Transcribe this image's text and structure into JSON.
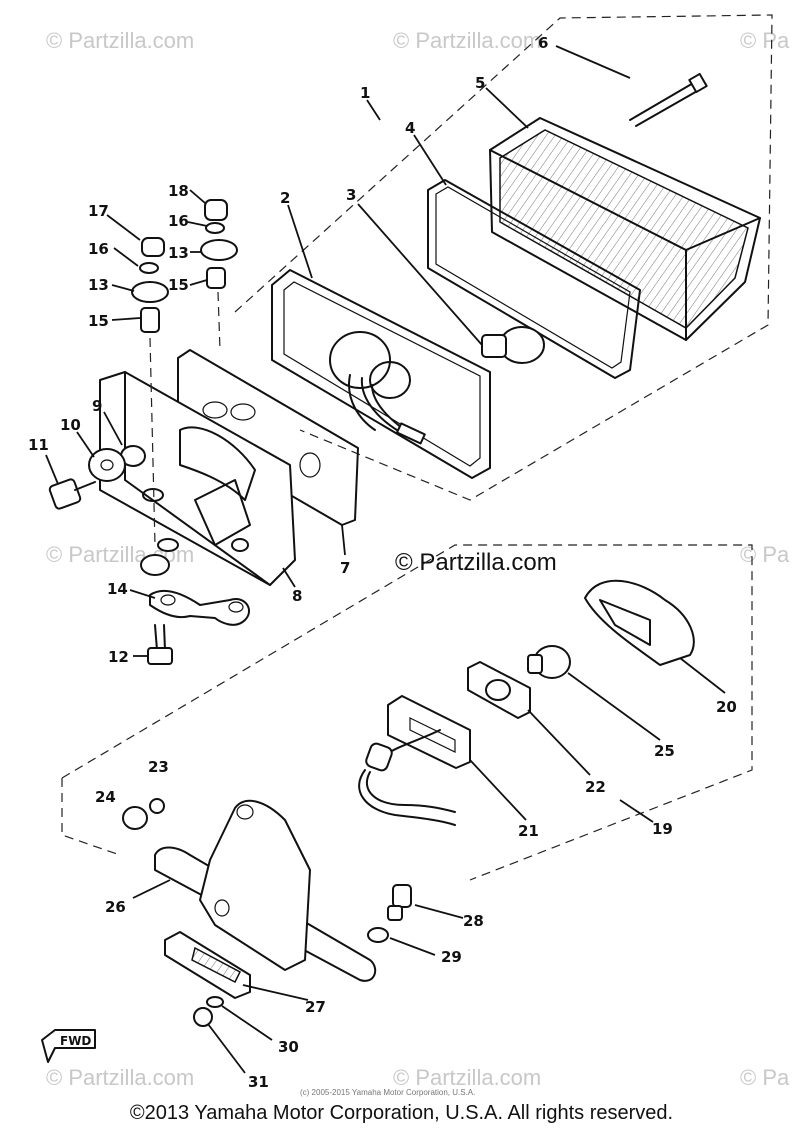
{
  "watermarks": {
    "corner": "© Partzilla.com",
    "corner_partial": "© Pa",
    "center": "© Partzilla.com"
  },
  "small_copyright": "(c) 2005-2015 Yamaha Motor Corporation, U.S.A.",
  "footer": "©2013 Yamaha Motor Corporation, U.S.A. All rights reserved.",
  "fwd_label": "FWD",
  "callouts": [
    "1",
    "2",
    "3",
    "4",
    "5",
    "6",
    "7",
    "8",
    "9",
    "10",
    "11",
    "12",
    "13",
    "13",
    "14",
    "15",
    "15",
    "16",
    "16",
    "17",
    "18",
    "19",
    "20",
    "21",
    "22",
    "23",
    "24",
    "25",
    "26",
    "27",
    "28",
    "29",
    "30",
    "31"
  ]
}
